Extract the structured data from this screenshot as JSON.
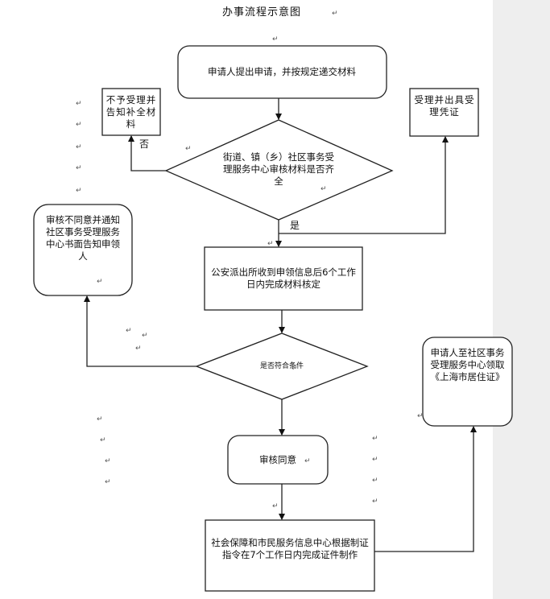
{
  "diagram": {
    "title": "办事流程示意图",
    "nodes": {
      "apply": "申请人提出申请，并按规定递交材料",
      "reject": "不予受理并告知补全材料",
      "accept": "受理并出具受理凭证",
      "check_materials": "街道、镇（乡）社区事务受理服务中心审核材料是否齐全",
      "police_review": "公安派出所收到申领信息后6个工作日内完成材料核定",
      "deny_notice": "审核不同意并通知社区事务受理服务中心书面告知申领人",
      "eligible_check": "是否符合条件",
      "approved": "审核同意",
      "production": "社会保障和市民服务信息中心根据制证指令在7个工作日内完成证件制作",
      "collect": "申请人至社区事务受理服务中心领取《上海市居住证》"
    },
    "edge_labels": {
      "no": "否",
      "yes": "是"
    },
    "return_mark": "↵"
  }
}
